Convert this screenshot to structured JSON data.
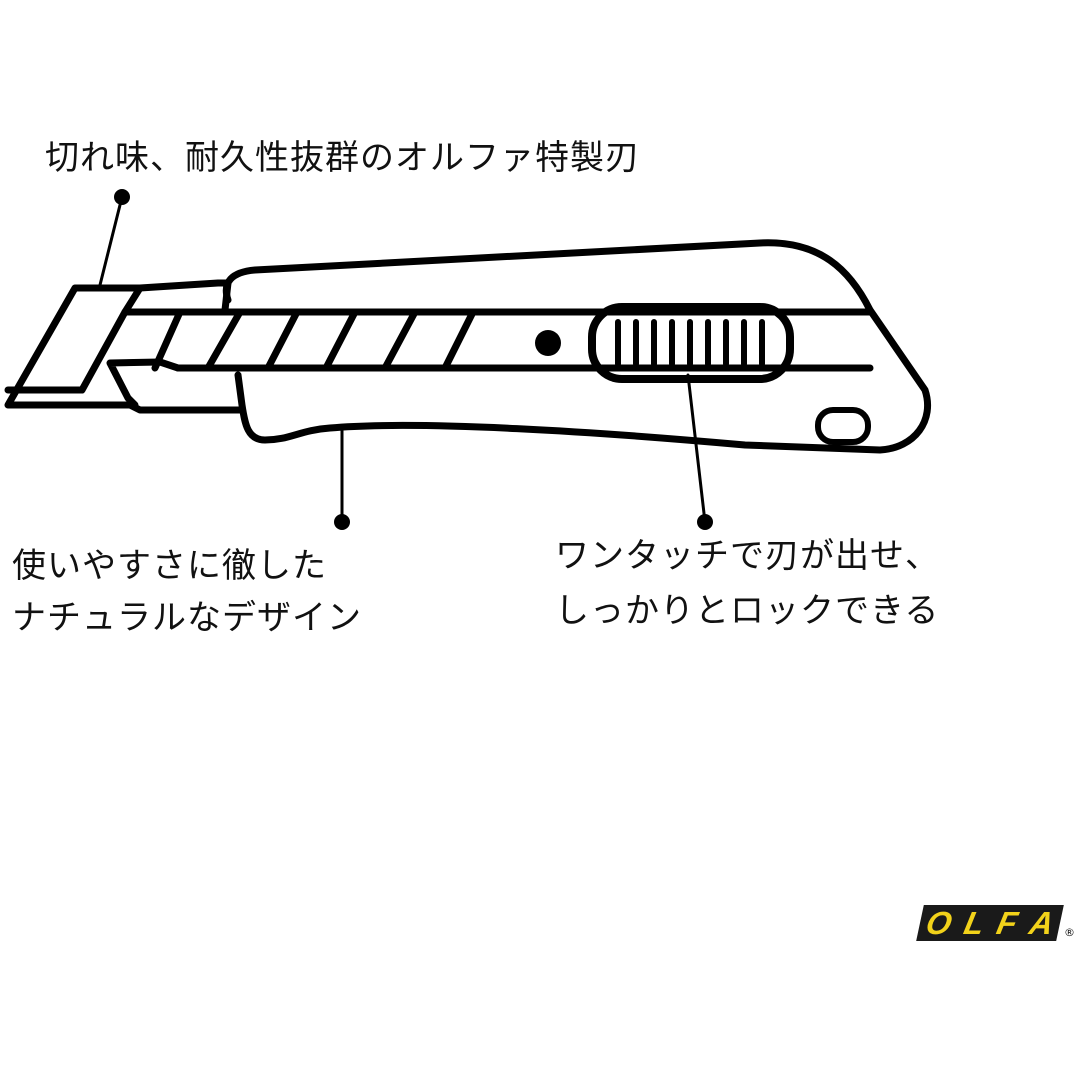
{
  "callouts": {
    "blade": "切れ味、耐久性抜群のオルファ特製刃",
    "design_line1": "使いやすさに徹した",
    "design_line2": "ナチュラルなデザイン",
    "lock_line1": "ワンタッチで刃が出せ、",
    "lock_line2": "しっかりとロックできる"
  },
  "logo": {
    "text": "OLFA",
    "letters": [
      "O",
      "L",
      "F",
      "A"
    ],
    "registered": "®",
    "bg_color": "#1a1a1a",
    "text_color": "#f2d21a"
  }
}
